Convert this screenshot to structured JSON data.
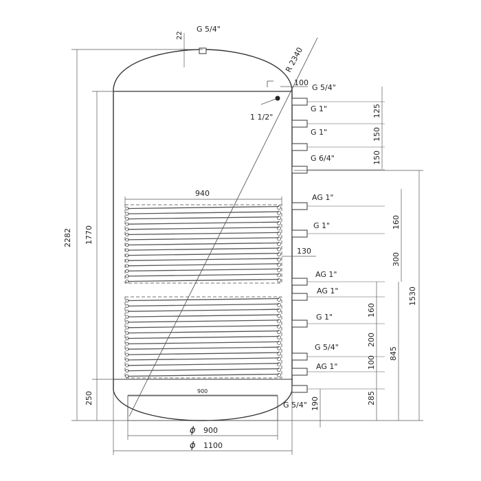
{
  "labels": {
    "top_port": "G 5/4\"",
    "top_offset": "22",
    "radius": "R 2340",
    "sensor_size": "1 1/2\"",
    "offset_100": "100",
    "coil_width": "940",
    "coil_offset": "130",
    "inner_width": "900"
  },
  "right_ports": [
    {
      "label": "G 5/4\""
    },
    {
      "label": "G 1\""
    },
    {
      "label": "G 1\""
    },
    {
      "label": "G 6/4\""
    },
    {
      "label": "AG 1\""
    },
    {
      "label": "G 1\""
    },
    {
      "label": "AG 1\""
    },
    {
      "label": "AG 1\""
    },
    {
      "label": "G 1\""
    },
    {
      "label": "G 5/4\""
    },
    {
      "label": "AG 1\""
    },
    {
      "label": "G 5/4\""
    }
  ],
  "dimensions": {
    "total_height": "2282",
    "inner_height": "1770",
    "bottom_height": "250",
    "top_spacing": [
      "125",
      "150",
      "150"
    ],
    "coil1_spacing": [
      "160",
      "300"
    ],
    "coil2_spacing": [
      "160",
      "200",
      "100"
    ],
    "bottom_285": "285",
    "bottom_190": "190",
    "height_845": "845",
    "height_1530": "1530",
    "dia_inner_symbol": "ϕ",
    "dia_inner": "900",
    "dia_outer_symbol": "ϕ",
    "dia_outer": "1100"
  }
}
